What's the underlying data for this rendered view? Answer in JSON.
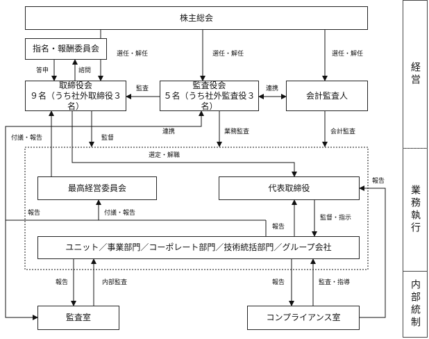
{
  "boxes": {
    "shareholders": "株主総会",
    "nomination": "指名・報酬委員会",
    "board_line1": "取締役会",
    "board_line2": "９名（うち社外取締役３名）",
    "auditors_line1": "監査役会",
    "auditors_line2": "５名（うち社外監査役３名）",
    "accounting_auditor": "会計監査人",
    "mgmt_committee": "最高経営委員会",
    "rep_director": "代表取締役",
    "units": "ユニット／事業部門／コーポレート部門／技術統括部門／グループ会社",
    "audit_office": "監査室",
    "compliance": "コンプライアンス室"
  },
  "labels": {
    "elect1": "選任・解任",
    "elect2": "選任・解任",
    "elect3": "選任・解任",
    "consult": "答申",
    "inquiry": "諮問",
    "audit": "監査",
    "cooperate1": "連携",
    "cooperate2": "連携",
    "agenda_report1": "付議・報告",
    "supervise": "監督",
    "business_audit": "業務監査",
    "accounting_audit": "会計監査",
    "appoint": "選定・解職",
    "report_right": "報告",
    "report_left": "報告",
    "agenda_report2": "付議・報告",
    "report_mid": "報告",
    "supervise_direct": "監督・指示",
    "report_bottom1": "報告",
    "internal_audit": "内部監査",
    "report_bottom2": "報告",
    "audit_guidance": "監査・指導"
  },
  "sidebar": {
    "management": "経営",
    "execution": "業務執行",
    "internal_control": "内部統制"
  }
}
